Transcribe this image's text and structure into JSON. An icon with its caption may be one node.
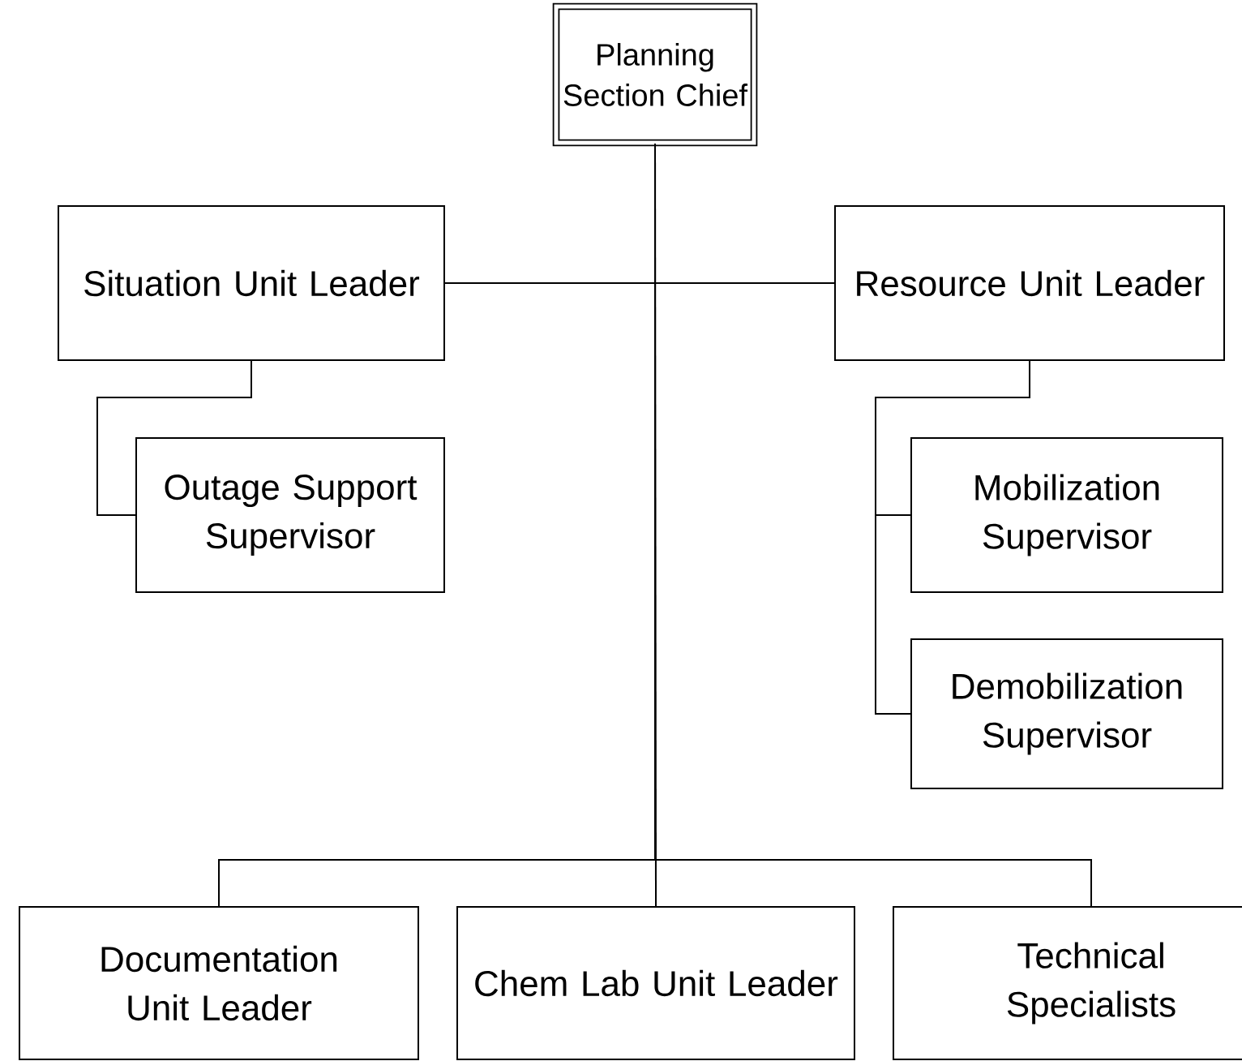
{
  "diagram": {
    "nodes": [
      {
        "text": [
          "Planning Section Chief"
        ]
      },
      {
        "text": [
          "Situation Unit Leader"
        ]
      },
      {
        "text": [
          "Resource Unit Leader"
        ]
      },
      {
        "text": [
          "Outage Support Supervisor"
        ]
      },
      {
        "text": [
          "Mobilization Supervisor"
        ]
      },
      {
        "text": [
          "Demobilization Supervisor"
        ]
      },
      {
        "text": [
          "Documentation Unit Leader"
        ]
      },
      {
        "text": [
          "Chem Lab Unit Leader"
        ]
      },
      {
        "text": [
          "Technical Specialists"
        ]
      }
    ],
    "edges": [
      {
        "from": 0,
        "to": 1,
        "arrow": "none"
      },
      {
        "from": 0,
        "to": 2,
        "arrow": "none"
      },
      {
        "from": 1,
        "to": 3,
        "arrow": "none"
      },
      {
        "from": 2,
        "to": 4,
        "arrow": "none"
      },
      {
        "from": 2,
        "to": 5,
        "arrow": "none"
      },
      {
        "from": 0,
        "to": 6,
        "arrow": "none"
      },
      {
        "from": 0,
        "to": 7,
        "arrow": "none"
      },
      {
        "from": 0,
        "to": 8,
        "arrow": "none"
      }
    ]
  }
}
